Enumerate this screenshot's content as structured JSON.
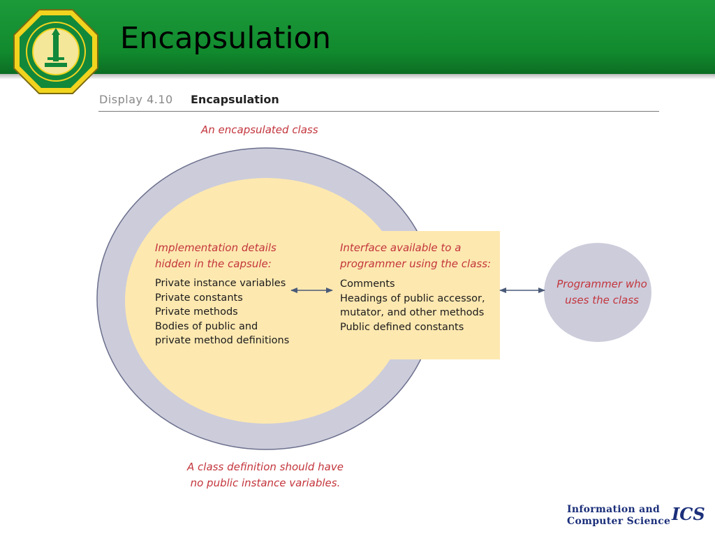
{
  "header": {
    "title": "Encapsulation",
    "colors": {
      "bar": "#118a2e",
      "logo_ring": "#f2d41f"
    },
    "logo_icon": "university-seal-icon"
  },
  "figure": {
    "label": "Display 4.10",
    "title": "Encapsulation"
  },
  "diagram": {
    "capsule_title": "An encapsulated class",
    "implementation": {
      "heading": [
        "Implementation details",
        "hidden in the capsule:"
      ],
      "items": [
        "Private instance variables",
        "Private constants",
        "Private methods",
        "Bodies of public and",
        "private method definitions"
      ]
    },
    "interface": {
      "heading": [
        "Interface available to a",
        "programmer using the class:"
      ],
      "items": [
        "Comments",
        "Headings of public accessor,",
        "mutator, and other methods",
        "Public defined constants"
      ]
    },
    "programmer": [
      "Programmer who",
      "uses the class"
    ],
    "footnote": [
      "A class definition should have",
      "no public instance variables."
    ],
    "colors": {
      "capsule_ring": "#ccccdb",
      "capsule_core": "#fde8b0",
      "annotation_text": "#c3353c",
      "arrow": "#4a5a78"
    }
  },
  "footer": {
    "line1": "Information and",
    "line2": "Computer Science",
    "mark": "ICS"
  }
}
